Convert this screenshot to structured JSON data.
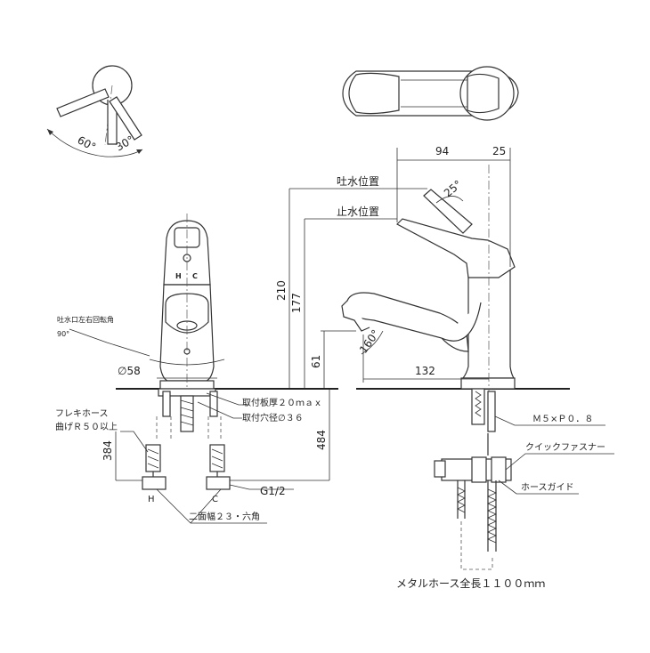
{
  "labels": {
    "rotation_60": "60°",
    "rotation_30": "30°",
    "dim_94": "94",
    "dim_25": "25",
    "spout_angle": "25°",
    "water_out_position": "吐水位置",
    "water_stop_position": "止水位置",
    "dim_210": "210",
    "dim_177": "177",
    "dim_61": "61",
    "dim_132": "132",
    "hose_angle": "160°",
    "spout_swivel_note": "吐水口左右回転角",
    "swivel_90": "90°",
    "diameter_58": "∅58",
    "mount_thickness": "取付板厚２０ｍａｘ",
    "mount_hole": "取付穴径∅３６",
    "flexible_hose": "フレキホース",
    "bend_radius": "曲げＲ５０以上",
    "dim_384": "384",
    "dim_484": "484",
    "hot_label": "H",
    "cold_label": "C",
    "thread_g12": "G1/2",
    "hex_nut": "二面幅２３・六角",
    "thread_m5": "Ｍ５×Ｐ０．８",
    "quick_fastener": "クイックファスナー",
    "hose_guide": "ホースガイド",
    "metal_hose_length": "メタルホース全長１１００ｍｍ",
    "handle_h": "H",
    "handle_c": "C"
  }
}
